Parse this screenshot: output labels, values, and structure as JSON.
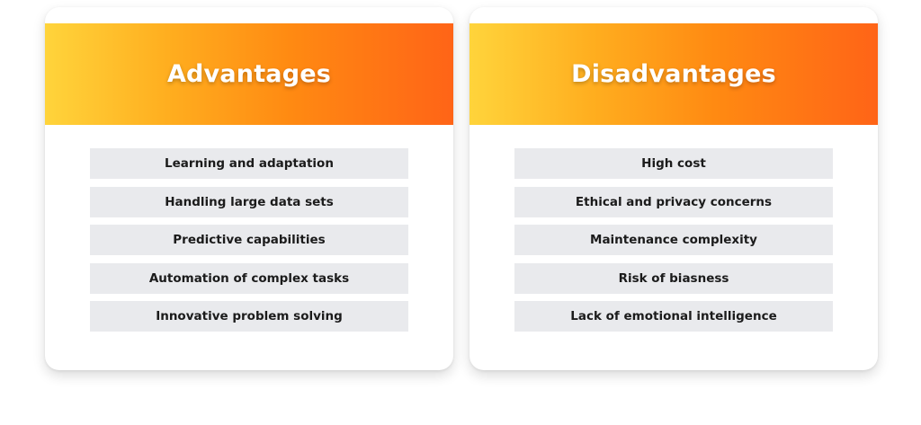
{
  "advantages": {
    "title": "Advantages",
    "items": [
      "Learning and adaptation",
      "Handling large data sets",
      "Predictive capabilities",
      "Automation of complex tasks",
      "Innovative problem solving"
    ]
  },
  "disadvantages": {
    "title": "Disadvantages",
    "items": [
      "High cost",
      "Ethical and privacy concerns",
      "Maintenance complexity",
      "Risk of biasness",
      "Lack of emotional intelligence"
    ]
  },
  "colors": {
    "header_gradient_start": "#ffd43b",
    "header_gradient_end": "#ff6417",
    "item_background": "#e9eaed",
    "title_text": "#ffffff",
    "item_text": "#1b1b1b"
  }
}
